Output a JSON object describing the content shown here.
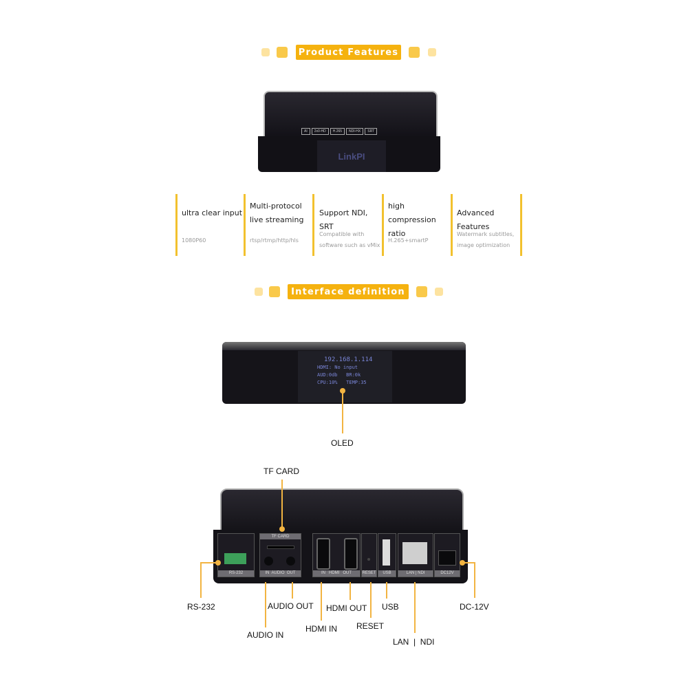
{
  "sections": {
    "features_title": "Product Features",
    "interface_title": "Interface definition"
  },
  "device_top": {
    "badges": [
      "AI",
      "2x0-HD",
      "H.265",
      "NDI-HX",
      "SRT"
    ],
    "logo": "LinkPI"
  },
  "features": [
    {
      "title": "ultra clear input",
      "sub": "1080P60"
    },
    {
      "title": "Multi-protocol live streaming",
      "sub": "rtsp/rtmp/http/hls"
    },
    {
      "title": "Support NDI, SRT",
      "sub": "Compatible with software such as vMix"
    },
    {
      "title": "high compression ratio",
      "sub": "H.265+smartP"
    },
    {
      "title": "Advanced Features",
      "sub": "Watermark subtitles, image optimization"
    }
  ],
  "oled": {
    "lines": [
      "192.168.1.114",
      "HDMI: No input",
      "AUD:0db   BR:0k",
      "CPU:10%   TEMP:35"
    ],
    "label": "OLED"
  },
  "rear": {
    "panel_labels": {
      "rs232": "RS-232",
      "tf": "TF CARD",
      "audio": "IN  AUDIO  OUT",
      "hdmi": "IN   HDMI   OUT",
      "reset": "RESET",
      "usb": "USB",
      "lan": "LAN | NDI",
      "dc": "DC12V"
    },
    "callouts": {
      "tf": "TF CARD",
      "rs232": "RS-232",
      "audio_out": "AUDIO OUT",
      "audio_in": "AUDIO IN",
      "hdmi_out": "HDMI OUT",
      "hdmi_in": "HDMI IN",
      "reset": "RESET",
      "usb": "USB",
      "lan": "LAN  |  NDI",
      "dc": "DC-12V"
    }
  },
  "colors": {
    "accent": "#f5b20f",
    "device": "#1d1b22"
  }
}
